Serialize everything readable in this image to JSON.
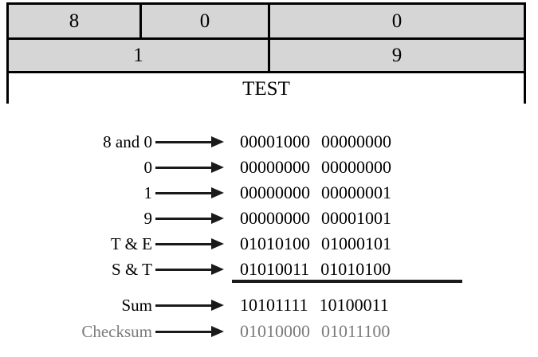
{
  "packet_table": {
    "rows": [
      {
        "cells": [
          {
            "value": "8",
            "shaded": true
          },
          {
            "value": "0",
            "shaded": true
          },
          {
            "value": "0",
            "shaded": true
          }
        ]
      },
      {
        "cells": [
          {
            "value": "1",
            "shaded": true
          },
          {
            "value": "9",
            "shaded": true
          }
        ]
      },
      {
        "cells": [
          {
            "value": "TEST",
            "shaded": false
          }
        ]
      }
    ]
  },
  "calculation": {
    "rows": [
      {
        "label": "8 and 0",
        "group1": "00001000",
        "group2": "00000000",
        "muted": false
      },
      {
        "label": "0",
        "group1": "00000000",
        "group2": "00000000",
        "muted": false
      },
      {
        "label": "1",
        "group1": "00000000",
        "group2": "00000001",
        "muted": false
      },
      {
        "label": "9",
        "group1": "00000000",
        "group2": "00001001",
        "muted": false
      },
      {
        "label": "T & E",
        "group1": "01010100",
        "group2": "01000101",
        "muted": false
      },
      {
        "label": "S & T",
        "group1": "01010011",
        "group2": "01010100",
        "muted": false
      }
    ],
    "results": [
      {
        "label": "Sum",
        "group1": "10101111",
        "group2": "10100011",
        "muted": false
      },
      {
        "label": "Checksum",
        "group1": "01010000",
        "group2": "01011100",
        "muted": true
      }
    ]
  },
  "colors": {
    "cell_shade": "#d6d6d6",
    "border": "#000000",
    "text": "#000000",
    "muted_text": "#7b7b7b",
    "arrow": "#1a1a1a"
  }
}
